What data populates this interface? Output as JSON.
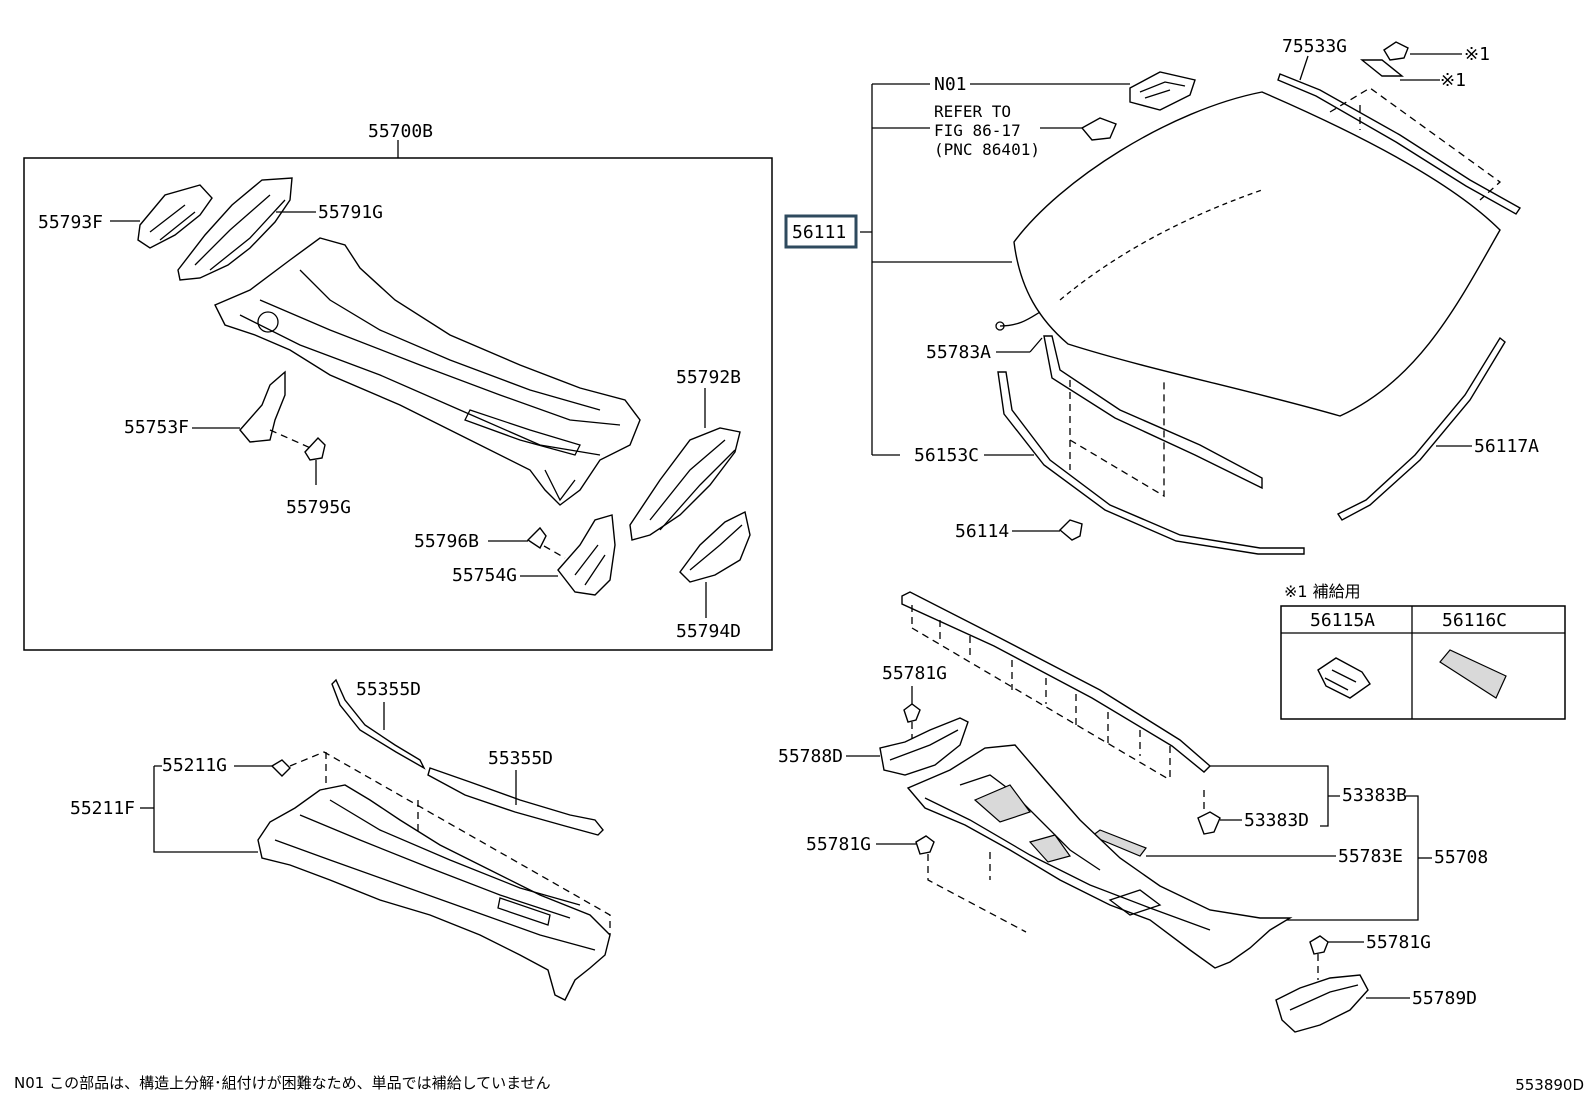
{
  "labels": {
    "p55700B": "55700B",
    "p55793F": "55793F",
    "p55791G": "55791G",
    "p55753F": "55753F",
    "p55795G": "55795G",
    "p55792B": "55792B",
    "p55796B": "55796B",
    "p55754G": "55754G",
    "p55794D": "55794D",
    "p55355D_a": "55355D",
    "p55355D_b": "55355D",
    "p55211G": "55211G",
    "p55211F": "55211F",
    "n01": "N01",
    "refer1": "REFER TO",
    "refer2": "FIG 86-17",
    "refer3": "(PNC 86401)",
    "p56111": "56111",
    "p75533G": "75533G",
    "mark1a": "※1",
    "mark1b": "※1",
    "p55783A": "55783A",
    "p56153C": "56153C",
    "p56117A": "56117A",
    "p56114": "56114",
    "supply_note": "※1 補給用",
    "p56115A": "56115A",
    "p56116C": "56116C",
    "p55781G_a": "55781G",
    "p55788D": "55788D",
    "p55781G_b": "55781G",
    "p53383B": "53383B",
    "p53383D": "53383D",
    "p55783E": "55783E",
    "p55708": "55708",
    "p55781G_c": "55781G",
    "p55789D": "55789D"
  },
  "footer": {
    "note": "N01  この部品は、構造上分解･組付けが困難なため、単品では補給していません",
    "figure_code": "553890D"
  }
}
